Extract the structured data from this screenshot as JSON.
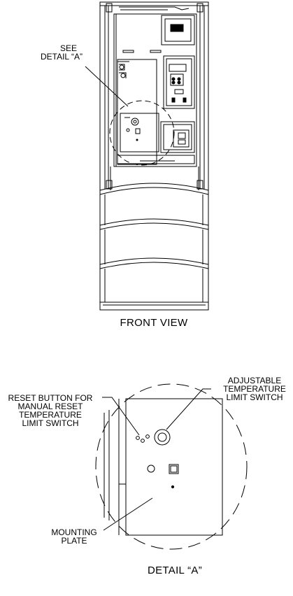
{
  "front_view": {
    "callout_line1": "SEE",
    "callout_line2": "DETAIL  “A”",
    "title": "FRONT VIEW"
  },
  "detail_a": {
    "reset_label": [
      "RESET BUTTON FOR",
      "MANUAL RESET",
      "TEMPERATURE",
      "LIMIT SWITCH"
    ],
    "adjustable_label": [
      "ADJUSTABLE",
      "TEMPERATURE",
      "LIMIT SWITCH"
    ],
    "mounting_label": [
      "MOUNTING",
      "PLATE"
    ],
    "title": "DETAIL  “A”"
  }
}
